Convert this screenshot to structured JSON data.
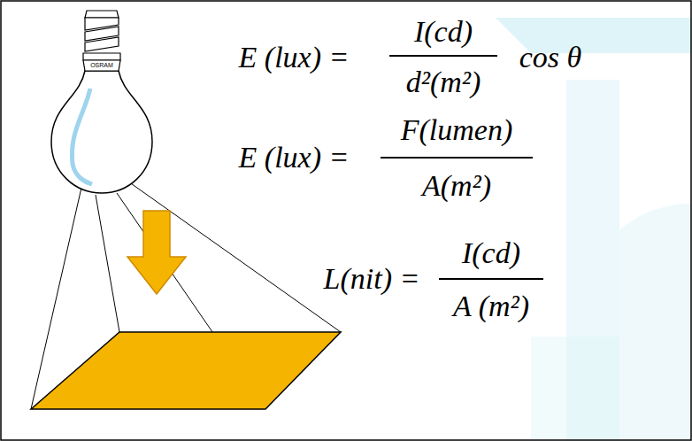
{
  "diagram": {
    "labels": [
      "OSRAM",
      "E (lux) =",
      "I(cd)",
      "d²(m²)",
      "cos θ",
      "E (lux) =",
      "F(lumen)",
      "A(m²)",
      "L(nit) =",
      "I(cd)",
      "A (m²)"
    ]
  }
}
